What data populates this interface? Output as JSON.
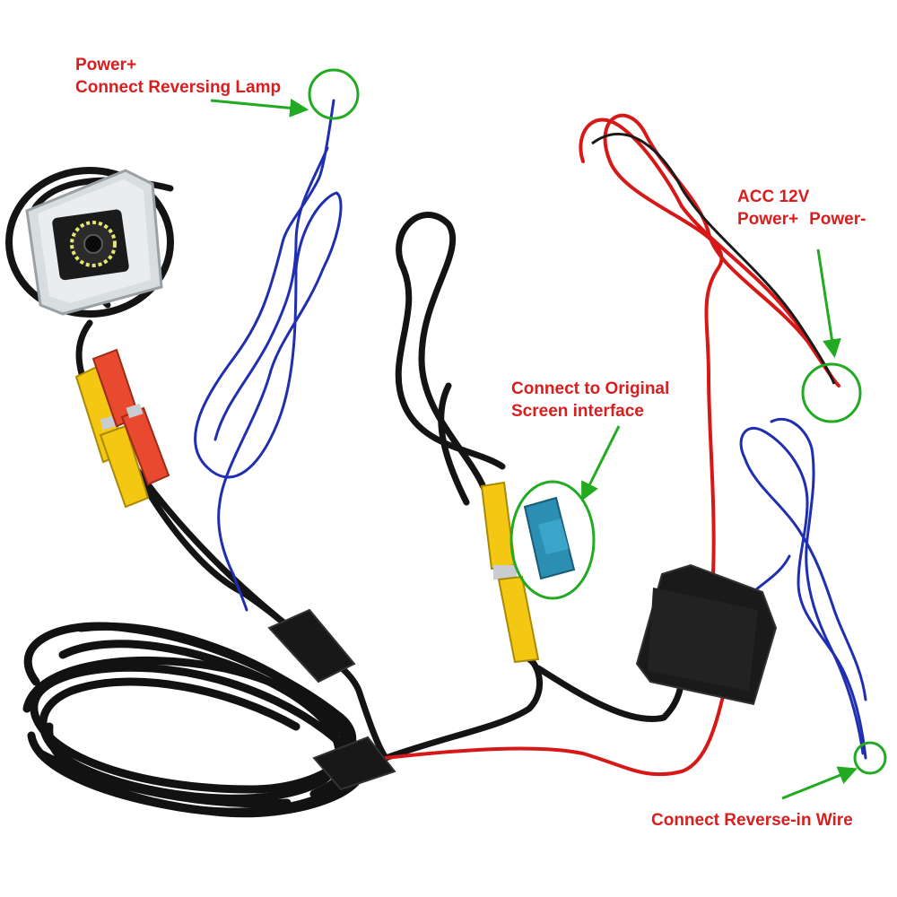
{
  "labels": {
    "reversing_lamp": {
      "line1": "Power+",
      "line2": "Connect Reversing Lamp"
    },
    "acc_power": {
      "line1": "ACC 12V",
      "power_plus": "Power+",
      "power_minus": "Power-"
    },
    "screen_interface": {
      "line1": "Connect to Original",
      "line2": "Screen interface"
    },
    "reverse_in": {
      "line1": "Connect Reverse-in Wire"
    }
  },
  "colors": {
    "label_text": "#d81e1e",
    "annotation": "#22aa22",
    "cable_black": "#121212",
    "wire_blue": "#1f2fb0",
    "wire_red": "#d61818",
    "rca_yellow": "#f4c712",
    "rca_red": "#e8492f",
    "connector_blue": "#2b8fb4"
  },
  "icons": {
    "arrow": "green-arrow-icon",
    "circle": "green-circle-icon",
    "camera": "camera-icon"
  }
}
